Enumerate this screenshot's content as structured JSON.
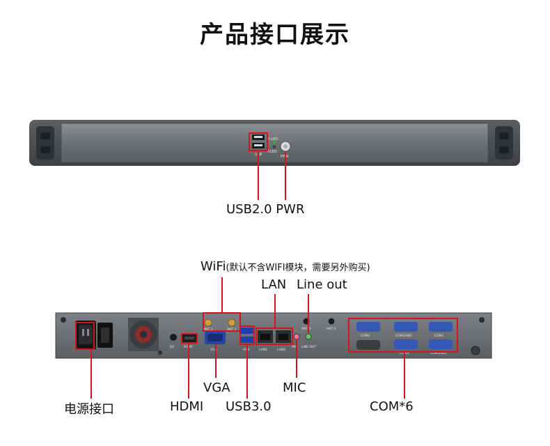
{
  "title": "产品接口展示",
  "front": {
    "callout": "USB2.0 PWR",
    "tiny_labels": {
      "hled": "H.LED",
      "pled": "P.LED",
      "usb": "USB",
      "pwr": "PWR"
    }
  },
  "rear": {
    "wifi": {
      "main": "WiFi",
      "note": "(默认不含WIFI模块，需要另外购买)"
    },
    "lan": "LAN",
    "line_out": "Line out",
    "vga": "VGA",
    "mic": "MIC",
    "power": "电源接口",
    "hdmi": "HDMI",
    "usb3": "USB3.0",
    "com": "COM*6",
    "tiny_labels": {
      "dc": "DC",
      "hdmi": "HDMI",
      "vga": "VGA",
      "usb": "USB",
      "lan1": "LAN1",
      "lan2": "LAN2",
      "mic": "MIC",
      "lineout": "LINE OUT",
      "ant3": "ANT 3",
      "ant4": "ANT 4",
      "ant2": "ANT 2",
      "ant1": "ANT 1",
      "com3": "COM3",
      "com2": "COM2/485",
      "com1": "COM1",
      "com4": "COM4",
      "com5": "COM5/485"
    }
  },
  "colors": {
    "accent": "#d7141a",
    "chassis": "#6f7378",
    "chassis_dark": "#4a4d52"
  }
}
